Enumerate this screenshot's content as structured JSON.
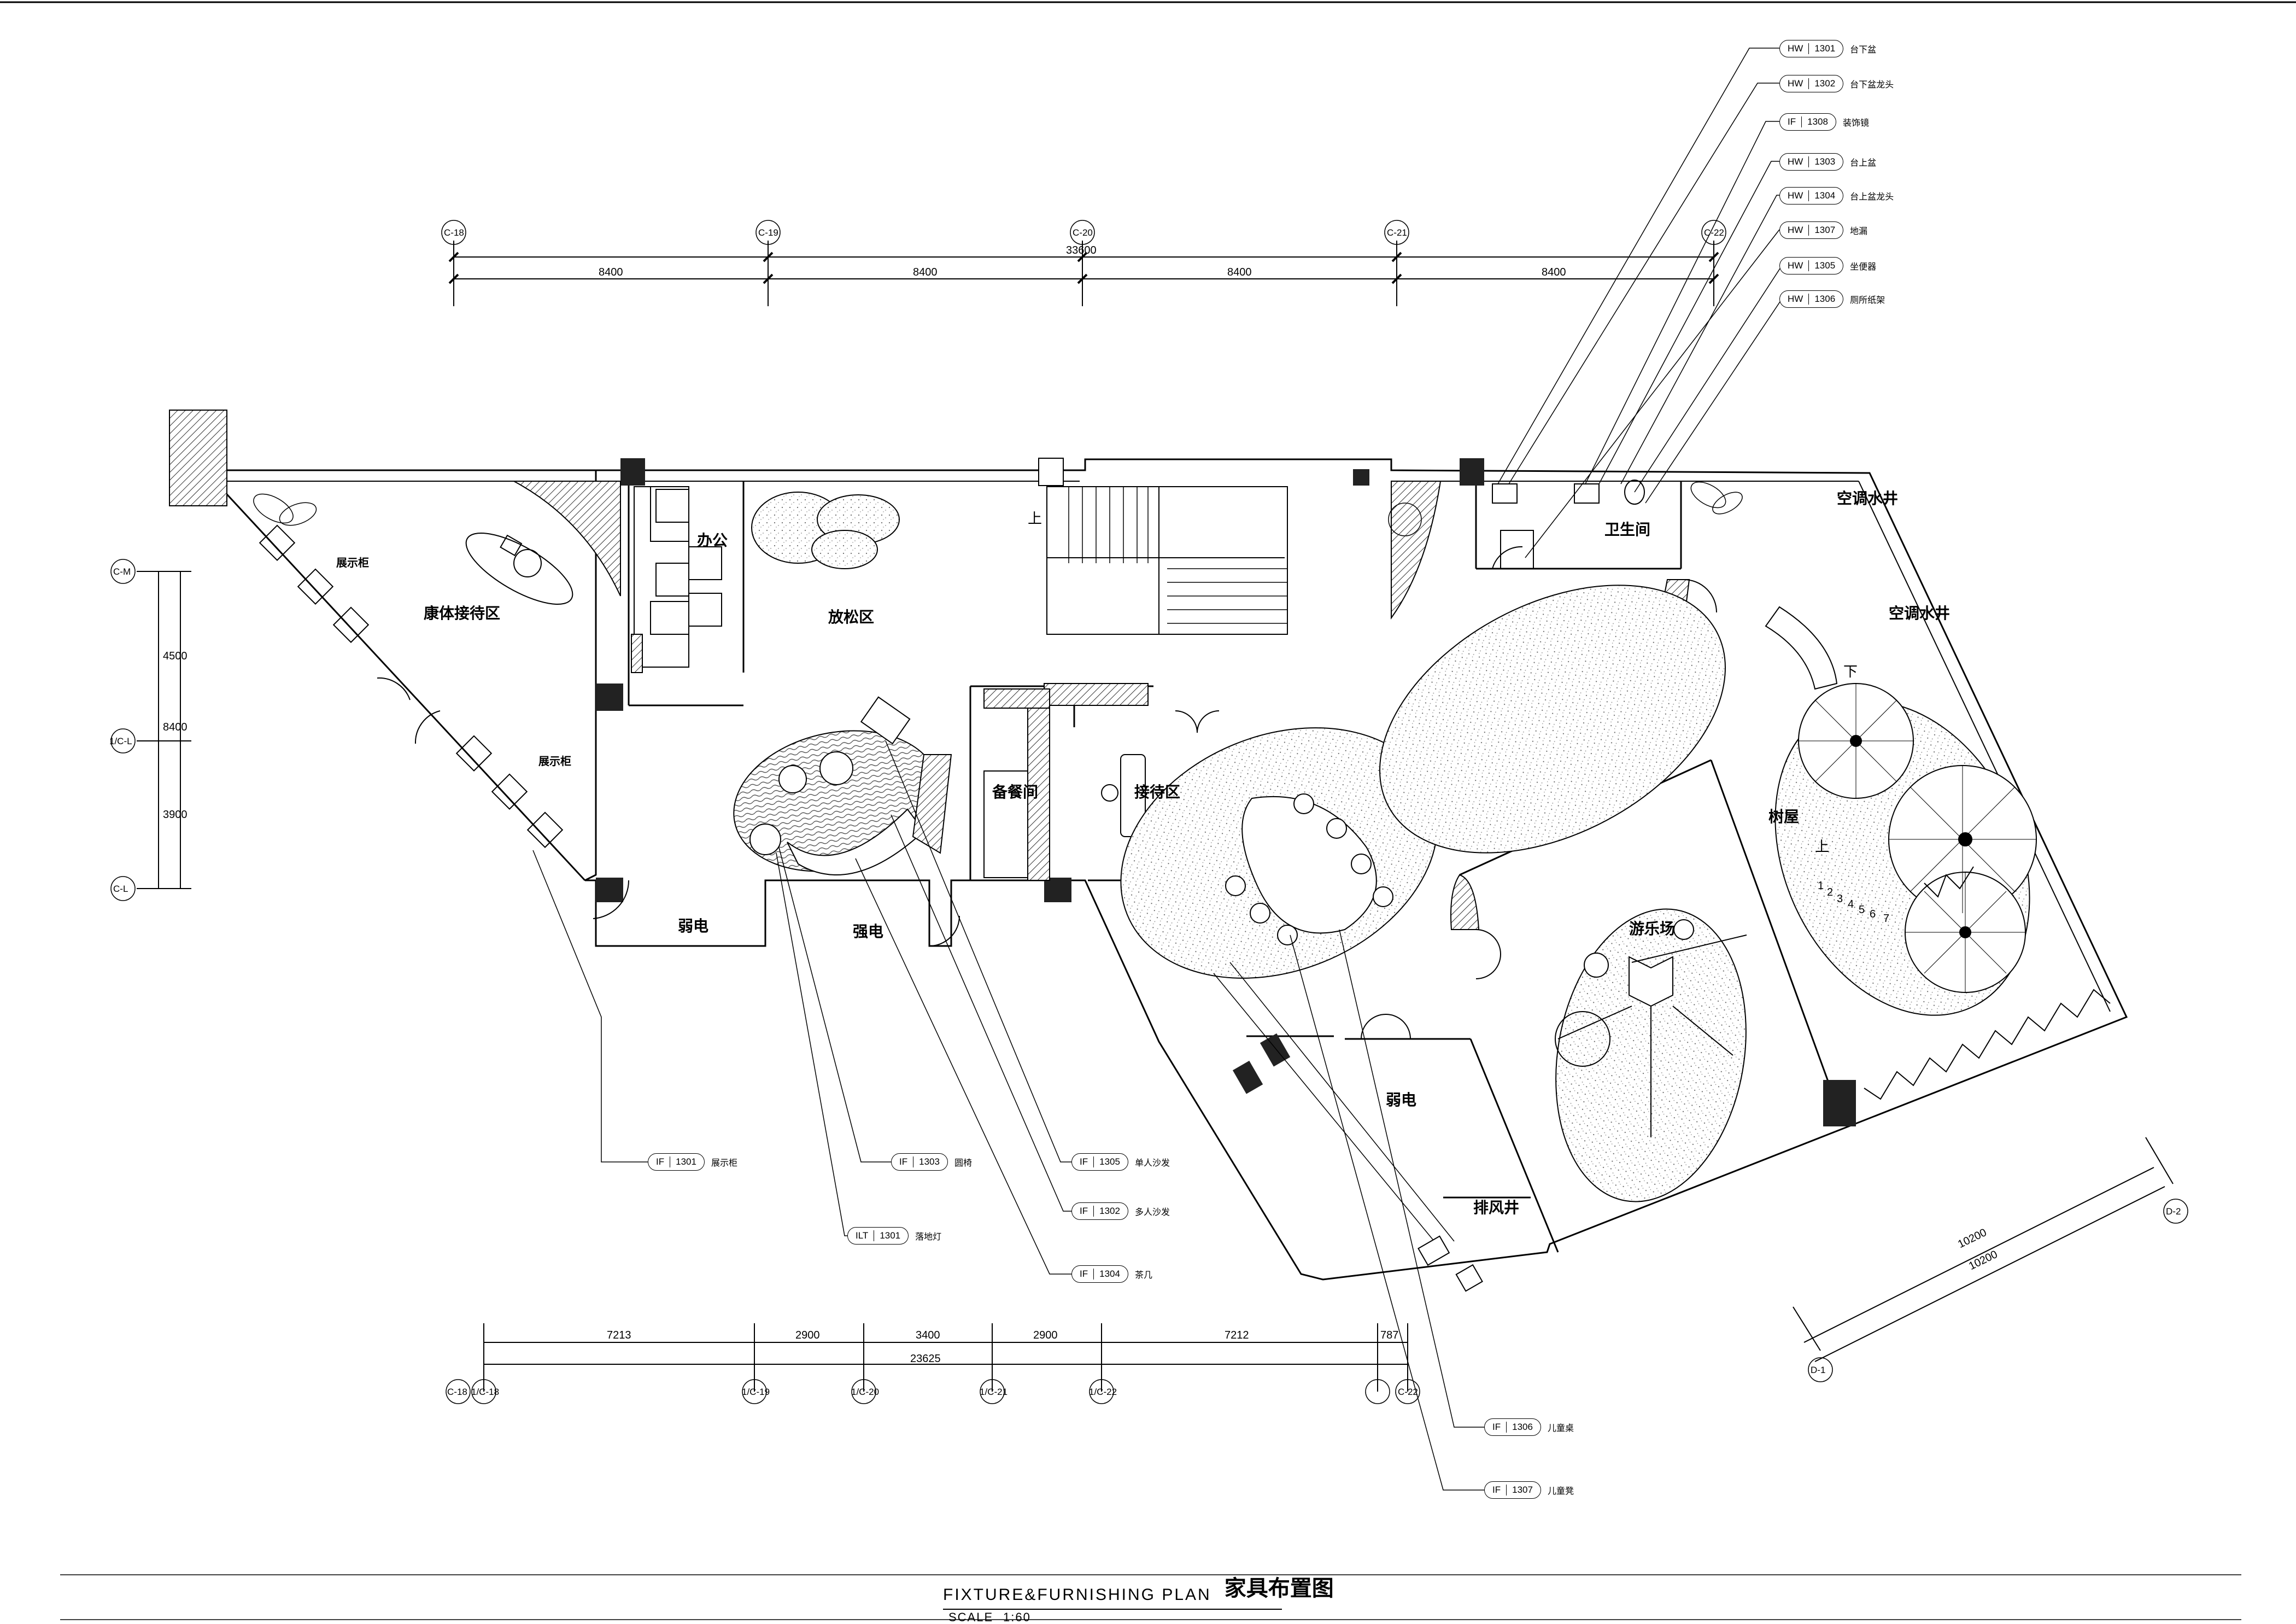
{
  "title": {
    "en": "FIXTURE&FURNISHING PLAN",
    "cn": "家具布置图",
    "scale_label": "SCALE",
    "scale_value": "1:60"
  },
  "rooms": {
    "reception_area": "康体接待区",
    "display_cabinet": "展示柜",
    "office": "办公",
    "relax_area": "放松区",
    "restroom": "卫生间",
    "ac_shaft_1": "空调水井",
    "ac_shaft_2": "空调水井",
    "pantry": "备餐间",
    "reception": "接待区",
    "tree_house": "树屋",
    "playground": "游乐场",
    "weak_current_1": "弱电",
    "strong_current": "强电",
    "weak_current_2": "弱电",
    "exhaust_shaft": "排风井",
    "stair_up_1": "上",
    "stair_up_2": "上",
    "stair_down": "下"
  },
  "top_dims": {
    "total": "33600",
    "segments": [
      "8400",
      "8400",
      "8400",
      "8400"
    ],
    "axes": [
      "C-18",
      "C-19",
      "C-20",
      "C-21",
      "C-22"
    ]
  },
  "left_dims": {
    "total": "8400",
    "segments": [
      "4500",
      "3900"
    ],
    "axes": [
      "C-M",
      "1/C-L",
      "C-L"
    ]
  },
  "bottom_dims": {
    "total": "23625",
    "segments": [
      "7213",
      "2900",
      "3400",
      "2900",
      "7212",
      "787"
    ],
    "axes": [
      "C-18",
      "1/C-18",
      "1/C-19",
      "1/C-20",
      "1/C-21",
      "1/C-22",
      "C-22"
    ]
  },
  "right_dims": {
    "values": [
      "10200",
      "10200"
    ],
    "axes": [
      "D-2",
      "D-1"
    ]
  },
  "stair_numbers": [
    "1",
    "2",
    "3",
    "4",
    "5",
    "6",
    "7"
  ],
  "tags_top": [
    {
      "prefix": "HW",
      "code": "1301",
      "note": "台下盆"
    },
    {
      "prefix": "HW",
      "code": "1302",
      "note": "台下盆龙头"
    },
    {
      "prefix": "IF",
      "code": "1308",
      "note": "装饰镜"
    },
    {
      "prefix": "HW",
      "code": "1303",
      "note": "台上盆"
    },
    {
      "prefix": "HW",
      "code": "1304",
      "note": "台上盆龙头"
    },
    {
      "prefix": "HW",
      "code": "1307",
      "note": "地漏"
    },
    {
      "prefix": "HW",
      "code": "1305",
      "note": "坐便器"
    },
    {
      "prefix": "HW",
      "code": "1306",
      "note": "厕所纸架"
    }
  ],
  "tags_bottom": [
    {
      "prefix": "IF",
      "code": "1301",
      "note": "展示柜"
    },
    {
      "prefix": "IF",
      "code": "1303",
      "note": "圆椅"
    },
    {
      "prefix": "ILT",
      "code": "1301",
      "note": "落地灯"
    },
    {
      "prefix": "IF",
      "code": "1305",
      "note": "单人沙发"
    },
    {
      "prefix": "IF",
      "code": "1302",
      "note": "多人沙发"
    },
    {
      "prefix": "IF",
      "code": "1304",
      "note": "茶几"
    },
    {
      "prefix": "IF",
      "code": "1306",
      "note": "儿童桌"
    },
    {
      "prefix": "IF",
      "code": "1307",
      "note": "儿童凳"
    }
  ]
}
